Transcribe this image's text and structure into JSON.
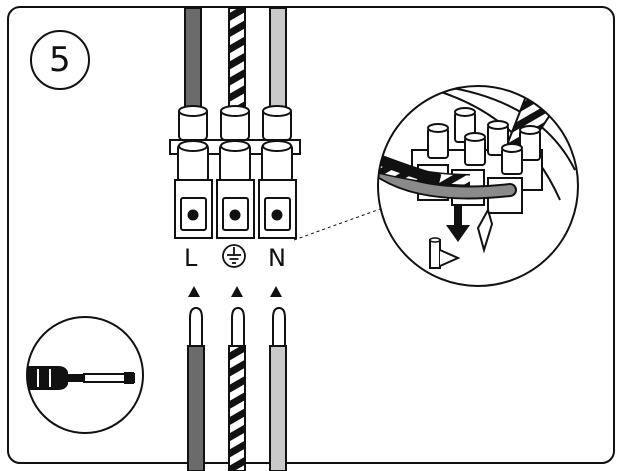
{
  "step_number": "5",
  "terminal_labels": {
    "live": "L",
    "neutral": "N"
  },
  "icons": [
    "earth-ground-icon",
    "screwdriver-icon",
    "push-down-arrow-icon",
    "insert-up-arrow-icon"
  ],
  "colors": {
    "outline": "#111111",
    "live_wire": "#6b6b6b",
    "neutral_wire": "#c9c9c9",
    "earth_stripe": "#111111",
    "background": "#ffffff"
  }
}
